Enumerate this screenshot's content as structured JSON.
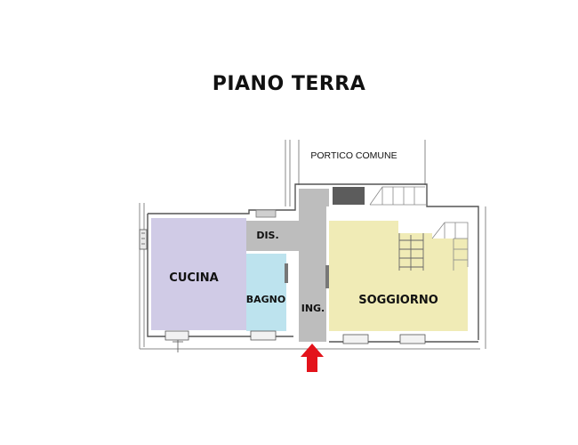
{
  "title": "PIANO TERRA",
  "rooms": {
    "cucina": "CUCINA",
    "bagno": "BAGNO",
    "dis": "DIS.",
    "ing": "ING.",
    "soggiorno": "SOGGIORNO",
    "portico": "PORTICO COMUNE"
  },
  "colors": {
    "cucina": "#d0cbe6",
    "bagno": "#bde3ee",
    "soggiorno": "#f0ebb6",
    "corridor": "#bdbdbd",
    "entrance_arrow": "#e3131b",
    "walls": "#555555"
  },
  "icons": {
    "entrance": "red-up-arrow-icon"
  }
}
